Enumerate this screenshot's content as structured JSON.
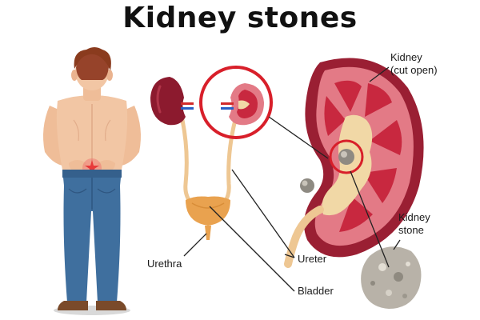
{
  "title": "Kidney stones",
  "labels": {
    "kidney_line1": "Kidney",
    "kidney_line2": "(cut open)",
    "stone_line1": "Kidney",
    "stone_line2": "stone",
    "ureter": "Ureter",
    "urethra": "Urethra",
    "bladder": "Bladder"
  },
  "colors": {
    "skin": "#f2c6a4",
    "hair": "#8a3b1e",
    "jeans": "#3f6f9e",
    "kidney_dark": "#8c1a2e",
    "kidney_outer": "#e37a86",
    "kidney_inner": "#c8283f",
    "pelvis": "#f1d8a6",
    "ureter": "#eec793",
    "bladder": "#e9a24f",
    "stone": "#b8b2a8",
    "highlight_ring": "#d81f2a",
    "leader_line": "#222222"
  }
}
